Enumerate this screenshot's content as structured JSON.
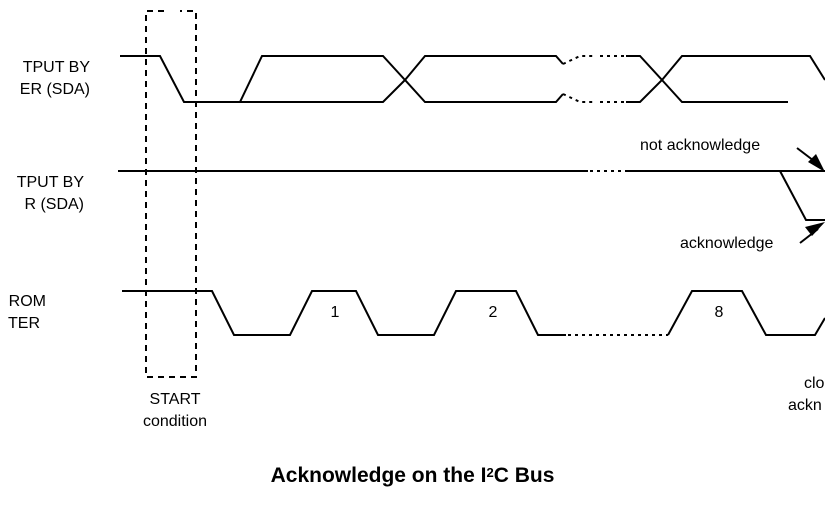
{
  "signals": [
    {
      "line1": "TPUT BY",
      "line2": "ER (SDA)"
    },
    {
      "line1": "TPUT BY",
      "line2": "R (SDA)"
    },
    {
      "line1": "ROM",
      "line2": "TER"
    }
  ],
  "clock_pulses": [
    "1",
    "2",
    "8"
  ],
  "annotations": {
    "not_acknowledge": "not acknowledge",
    "acknowledge": "acknowledge",
    "start_line1": "START",
    "start_line2": "condition",
    "clock_line1": "clo",
    "clock_line2": "ackn"
  },
  "caption": {
    "prefix": "Acknowledge on the I",
    "superscript": "2",
    "suffix": "C Bus"
  }
}
